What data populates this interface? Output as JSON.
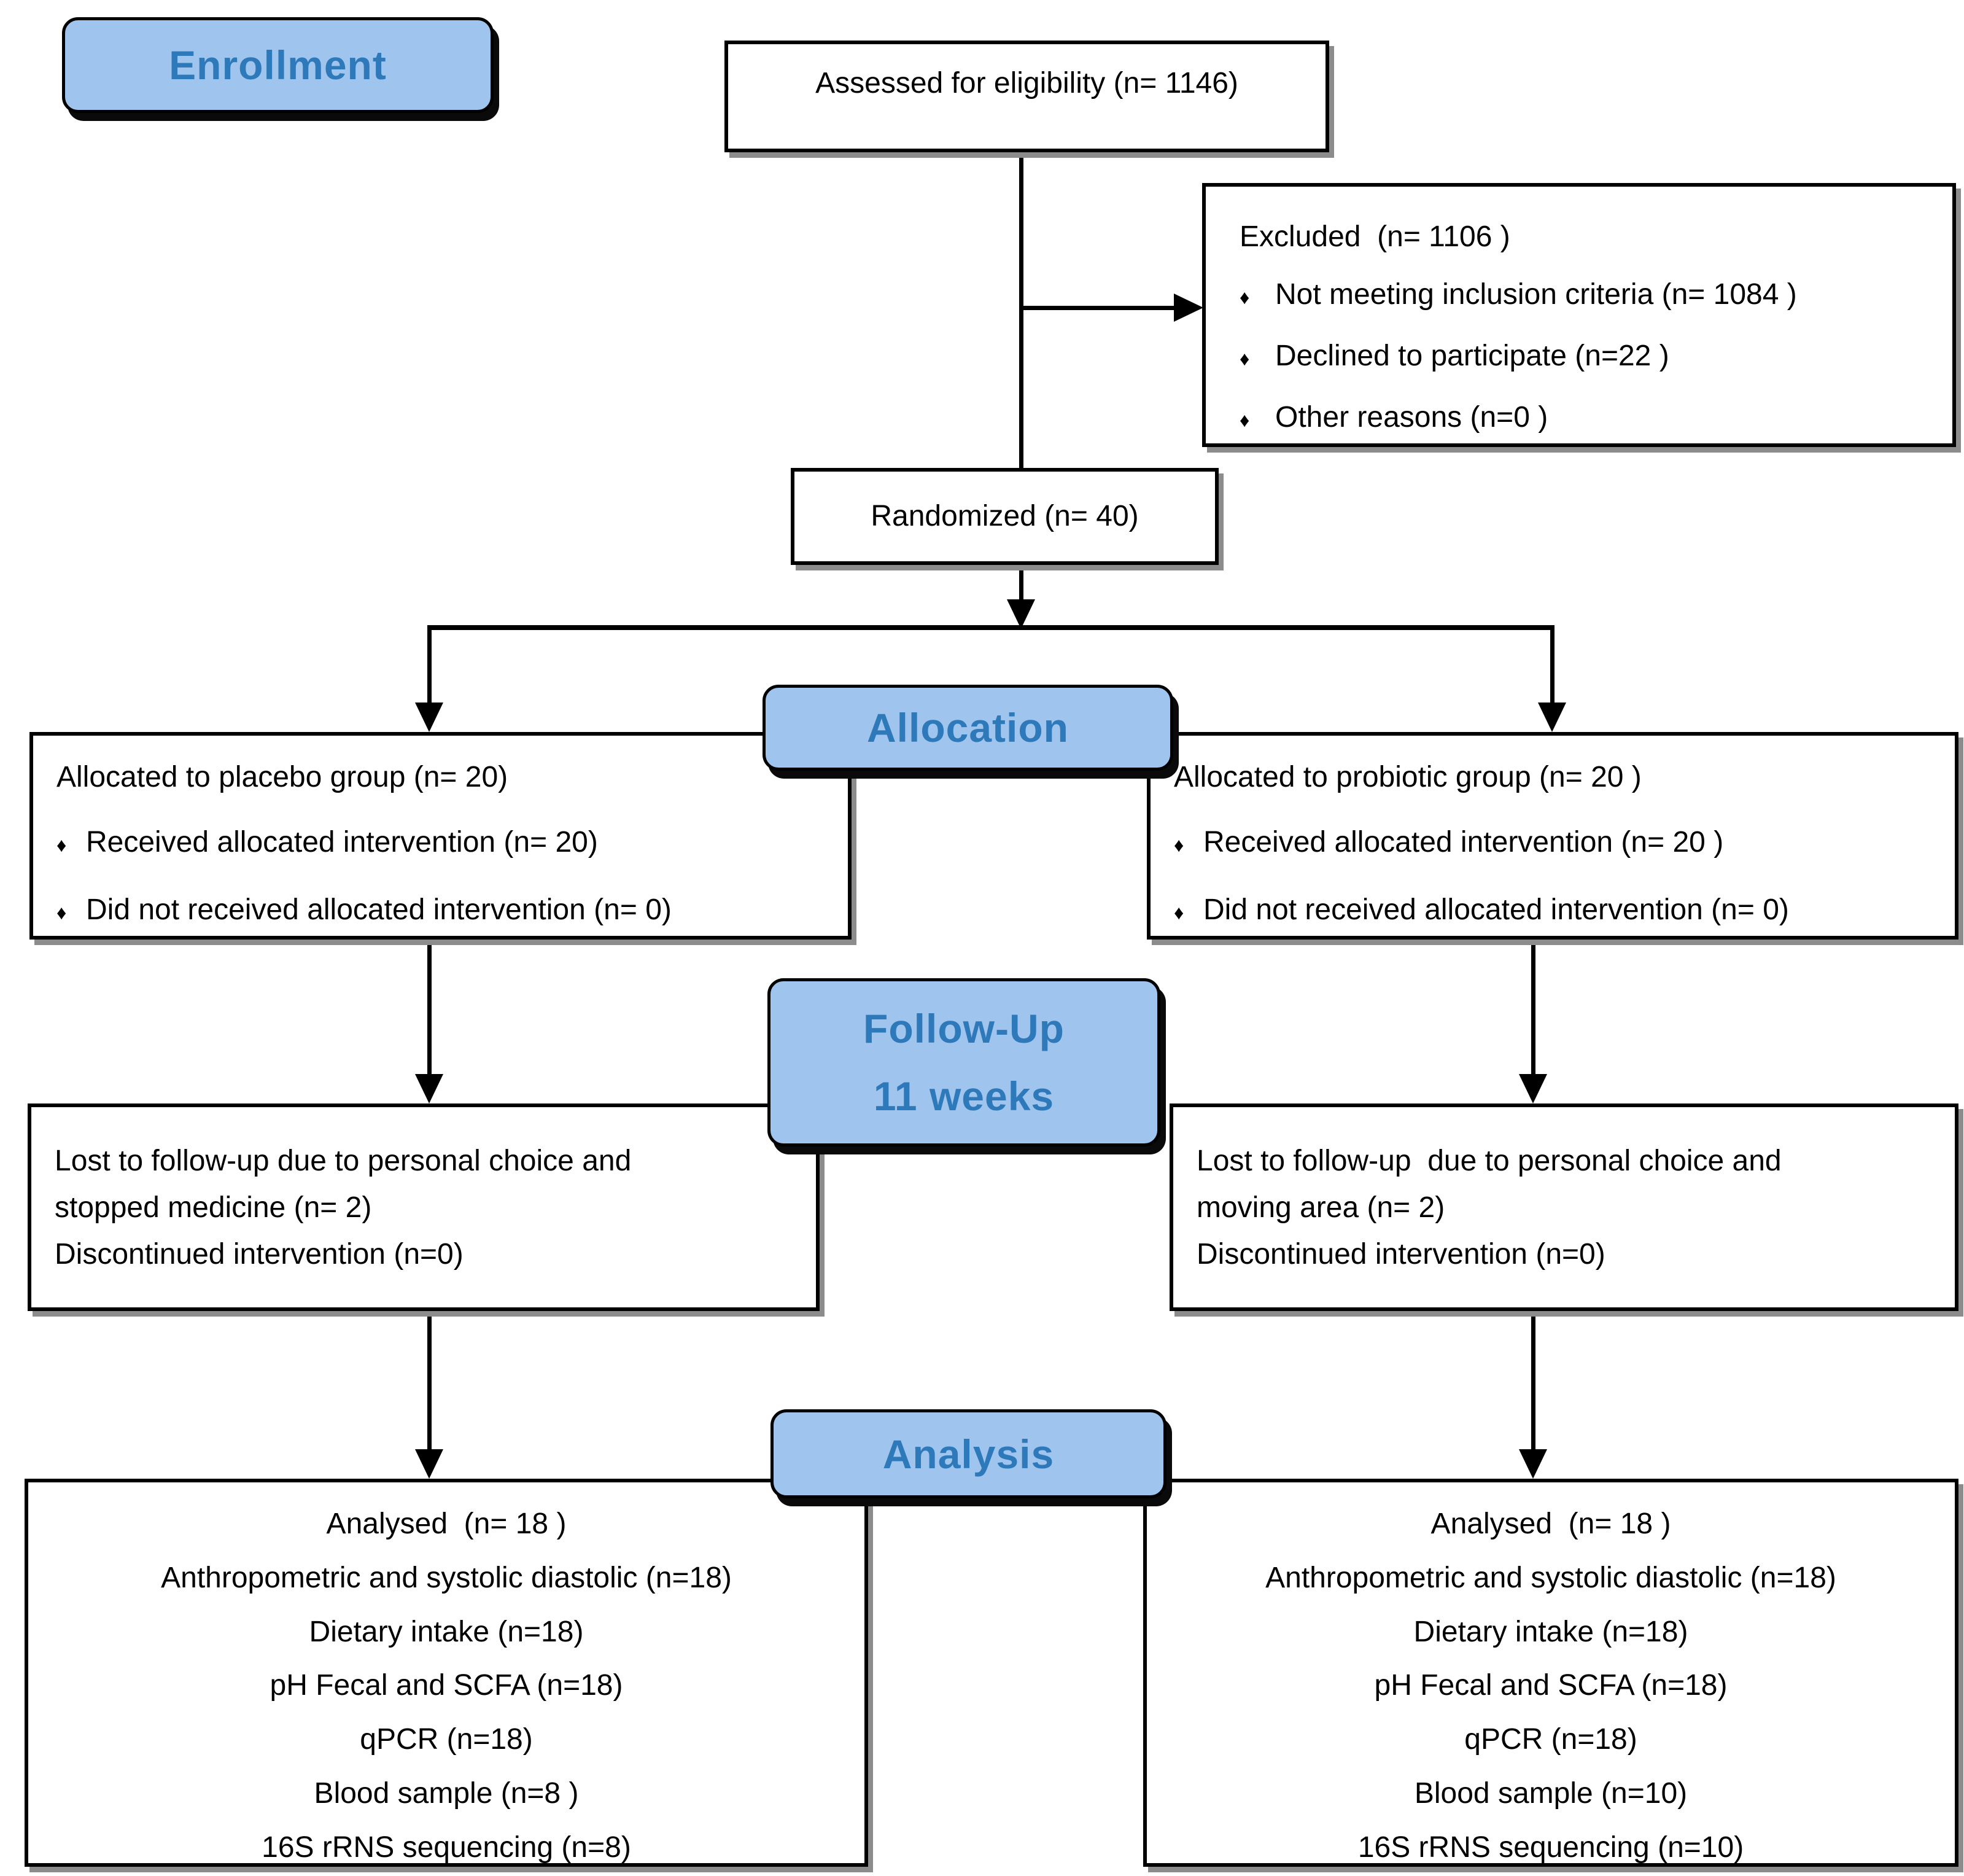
{
  "colors": {
    "label_fill": "#9FC5EE",
    "label_text": "#2E79B9",
    "line": "#000000",
    "box_border": "#000000",
    "box_fill": "#ffffff"
  },
  "bullet": "♦",
  "labels": {
    "enrollment": "Enrollment",
    "allocation": "Allocation",
    "followup_line1": "Follow-Up",
    "followup_line2": "11 weeks",
    "analysis": "Analysis"
  },
  "boxes": {
    "assessed": {
      "text": "Assessed for eligibility (n= 1146)"
    },
    "excluded": {
      "title": "Excluded  (n= 1106 )",
      "items": [
        "Not meeting inclusion criteria (n= 1084 )",
        "Declined to participate (n=22 )",
        "Other reasons (n=0 )"
      ]
    },
    "randomized": {
      "text": "Randomized (n= 40)"
    },
    "alloc_left": {
      "title": "Allocated to placebo group (n= 20)",
      "items": [
        "Received allocated intervention (n= 20)",
        "Did not received allocated intervention (n= 0)"
      ]
    },
    "alloc_right": {
      "title": "Allocated to probiotic group (n= 20 )",
      "items": [
        "Received allocated intervention (n= 20 )",
        "Did not received allocated intervention (n= 0)"
      ]
    },
    "followup_left": {
      "lines": [
        "Lost to follow-up due to personal choice and",
        "stopped medicine (n= 2)",
        "Discontinued intervention (n=0)"
      ]
    },
    "followup_right": {
      "lines": [
        "Lost to follow-up  due to personal choice and",
        "moving area (n= 2)",
        "Discontinued intervention (n=0)"
      ]
    },
    "analysis_left": {
      "lines": [
        "Analysed  (n= 18 )",
        "Anthropometric and systolic diastolic (n=18)",
        "Dietary intake (n=18)",
        "pH Fecal and SCFA (n=18)",
        "qPCR (n=18)",
        "Blood sample (n=8 )",
        "16S rRNS sequencing (n=8)"
      ]
    },
    "analysis_right": {
      "lines": [
        "Analysed  (n= 18 )",
        "Anthropometric and systolic diastolic (n=18)",
        "Dietary intake (n=18)",
        "pH Fecal and SCFA (n=18)",
        "qPCR (n=18)",
        "Blood sample (n=10)",
        "16S rRNS sequencing (n=10)"
      ]
    }
  }
}
